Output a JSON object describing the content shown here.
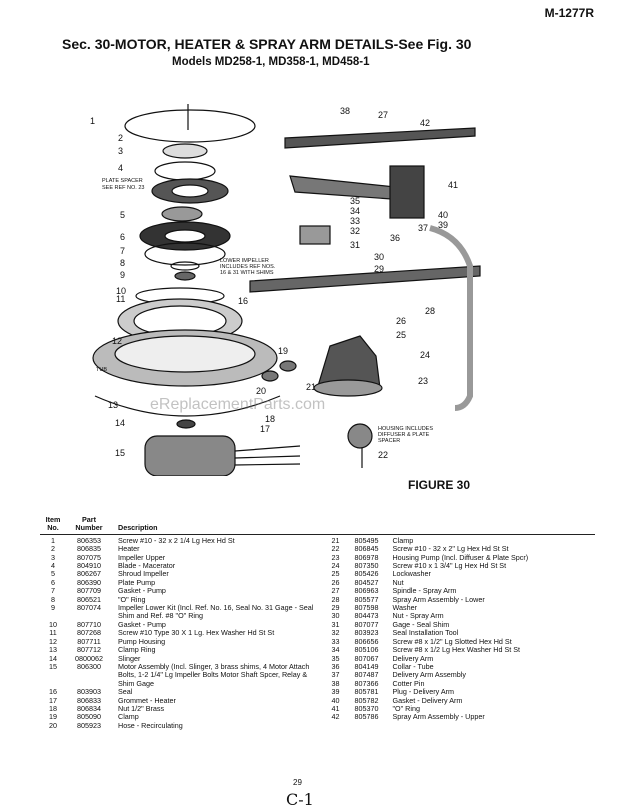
{
  "doc_code": "M-1277R",
  "section_title": "Sec. 30-MOTOR, HEATER & SPRAY ARM DETAILS-See Fig. 30",
  "models": "Models MD258-1, MD358-1, MD458-1",
  "figure_label": "FIGURE 30",
  "watermark": "eReplacementParts.com",
  "diagram_notes": {
    "plate_spacer": "PLATE SPACER",
    "see_ref": "SEE REF NO. 23",
    "lower_impeller_1": "LOWER IMPELLER",
    "lower_impeller_2": "INCLUDES REF NOS.",
    "lower_impeller_3": "16 & 31 WITH SHIMS",
    "tub": "TUB",
    "housing_1": "HOUSING INCLUDES",
    "housing_2": "DIFFUSER & PLATE",
    "housing_3": "SPACER"
  },
  "table_headers": {
    "item_1": "Item",
    "item_2": "No.",
    "part_1": "Part",
    "part_2": "Number",
    "desc": "Description"
  },
  "parts_left": [
    {
      "item": "1",
      "number": "806353",
      "desc": "Screw #10 - 32 x 2 1/4 Lg Hex Hd St"
    },
    {
      "item": "2",
      "number": "806835",
      "desc": "Heater"
    },
    {
      "item": "3",
      "number": "807075",
      "desc": "Impeller Upper"
    },
    {
      "item": "4",
      "number": "804910",
      "desc": "Blade - Macerator"
    },
    {
      "item": "5",
      "number": "806267",
      "desc": "Shroud Impeller"
    },
    {
      "item": "6",
      "number": "806390",
      "desc": "Plate Pump"
    },
    {
      "item": "7",
      "number": "807709",
      "desc": "Gasket - Pump"
    },
    {
      "item": "8",
      "number": "806521",
      "desc": "\"O\" Ring"
    },
    {
      "item": "9",
      "number": "807074",
      "desc": "Impeller Lower Kit (Incl. Ref. No. 16, Seal No. 31 Gage - Seal Shim and Ref. #8 \"O\" Ring"
    },
    {
      "item": "10",
      "number": "807710",
      "desc": "Gasket - Pump"
    },
    {
      "item": "11",
      "number": "807268",
      "desc": "Screw #10 Type 30 X 1 Lg. Hex Washer Hd St St"
    },
    {
      "item": "12",
      "number": "807711",
      "desc": "Pump Housing"
    },
    {
      "item": "13",
      "number": "807712",
      "desc": "Clamp Ring"
    },
    {
      "item": "14",
      "number": "0800062",
      "desc": "Slinger"
    },
    {
      "item": "15",
      "number": "806300",
      "desc": "Motor Assembly (Incl. Slinger, 3 brass shims, 4 Motor Attach Bolts, 1-2 1/4\" Lg Impeller Bolts Motor Shaft Spcer, Relay & Shim Gage"
    },
    {
      "item": "16",
      "number": "803903",
      "desc": "Seal"
    },
    {
      "item": "17",
      "number": "806833",
      "desc": "Grommet - Heater"
    },
    {
      "item": "18",
      "number": "806834",
      "desc": "Nut 1/2\" Brass"
    },
    {
      "item": "19",
      "number": "805090",
      "desc": "Clamp"
    },
    {
      "item": "20",
      "number": "805923",
      "desc": "Hose - Recirculating"
    }
  ],
  "parts_right": [
    {
      "item": "21",
      "number": "805495",
      "desc": "Clamp"
    },
    {
      "item": "22",
      "number": "806845",
      "desc": "Screw #10 - 32 x 2\" Lg Hex Hd St St"
    },
    {
      "item": "23",
      "number": "806978",
      "desc": "Housing Pump (Incl. Diffuser & Plate Spcr)"
    },
    {
      "item": "24",
      "number": "807350",
      "desc": "Screw #10 x 1 3/4\" Lg Hex Hd St St"
    },
    {
      "item": "25",
      "number": "805426",
      "desc": "Lockwasher"
    },
    {
      "item": "26",
      "number": "804527",
      "desc": "Nut"
    },
    {
      "item": "27",
      "number": "806963",
      "desc": "Spindle - Spray Arm"
    },
    {
      "item": "28",
      "number": "805577",
      "desc": "Spray Arm Assembly - Lower"
    },
    {
      "item": "29",
      "number": "807598",
      "desc": "Washer"
    },
    {
      "item": "30",
      "number": "804473",
      "desc": "Nut - Spray Arm"
    },
    {
      "item": "31",
      "number": "807077",
      "desc": "Gage - Seal Shim"
    },
    {
      "item": "32",
      "number": "803923",
      "desc": "Seal Installation Tool"
    },
    {
      "item": "33",
      "number": "806656",
      "desc": "Screw #8 x 1/2\" Lg Slotted Hex Hd St"
    },
    {
      "item": "34",
      "number": "805106",
      "desc": "Screw #8 x 1/2 Lg Hex Washer Hd St St"
    },
    {
      "item": "35",
      "number": "807067",
      "desc": "Delivery Arm"
    },
    {
      "item": "36",
      "number": "804149",
      "desc": "Collar - Tube"
    },
    {
      "item": "37",
      "number": "807487",
      "desc": "Delivery Arm Assembly"
    },
    {
      "item": "38",
      "number": "807366",
      "desc": "Cotter Pin"
    },
    {
      "item": "39",
      "number": "805781",
      "desc": "Plug - Delivery Arm"
    },
    {
      "item": "40",
      "number": "805782",
      "desc": "Gasket - Delivery Arm"
    },
    {
      "item": "41",
      "number": "805370",
      "desc": "\"O\" Ring"
    },
    {
      "item": "42",
      "number": "805786",
      "desc": "Spray Arm Assembly - Upper"
    }
  ],
  "page_number": "29",
  "handwritten": "C-1"
}
